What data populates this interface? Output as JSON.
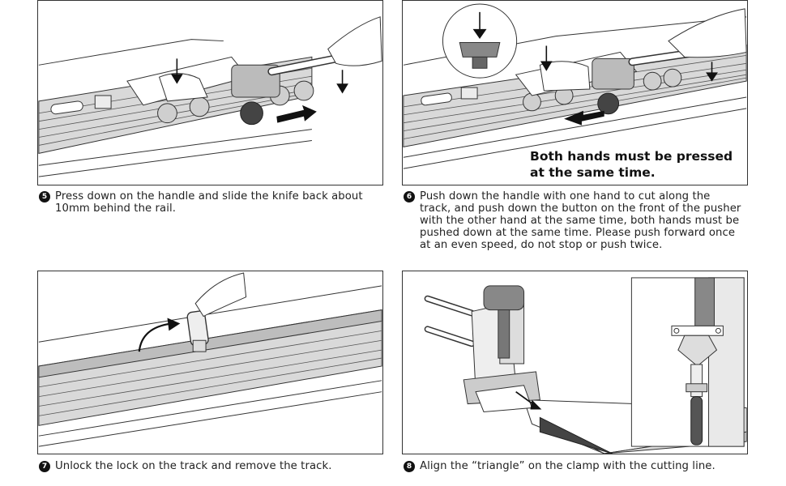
{
  "steps": [
    {
      "number": "5",
      "text": "Press down on the handle and slide the knife back about 10mm behind the rail."
    },
    {
      "number": "6",
      "text": "Push down the handle with one hand to cut along the track, and push down the button on the front of the pusher with the other hand at the same time, both hands must be pushed down at the same time. Please push forward once at an even speed, do not stop or push twice."
    },
    {
      "number": "7",
      "text": "Unlock the lock on the track and remove the track."
    },
    {
      "number": "8",
      "text": "Align the “triangle” on the clamp with the cutting line."
    }
  ],
  "panel6_note_line1": "Both hands must be pressed",
  "panel6_note_line2": "at the same time."
}
